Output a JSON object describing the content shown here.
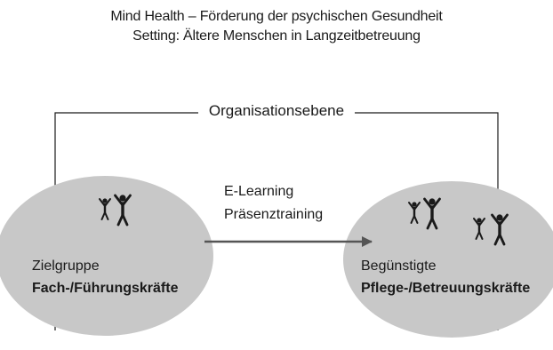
{
  "title": {
    "line1": "Mind Health – Förderung der psychischen Gesundheit",
    "line2": "Setting: Ältere Menschen in Langzeitbetreuung"
  },
  "organisation": {
    "label": "Organisationsebene"
  },
  "arrow": {
    "line1": "E-Learning",
    "line2": "Präsenztraining"
  },
  "left_group": {
    "label": "Zielgruppe",
    "name": "Fach-/Führungskräfte",
    "icon": "people-icon"
  },
  "right_group": {
    "label": "Begünstigte",
    "name": "Pflege-/Betreuungskräfte",
    "icon": "people-icon"
  },
  "colors": {
    "ellipse_fill": "#c8c8c8",
    "line": "#1a1a1a",
    "arrow": "#555555"
  }
}
